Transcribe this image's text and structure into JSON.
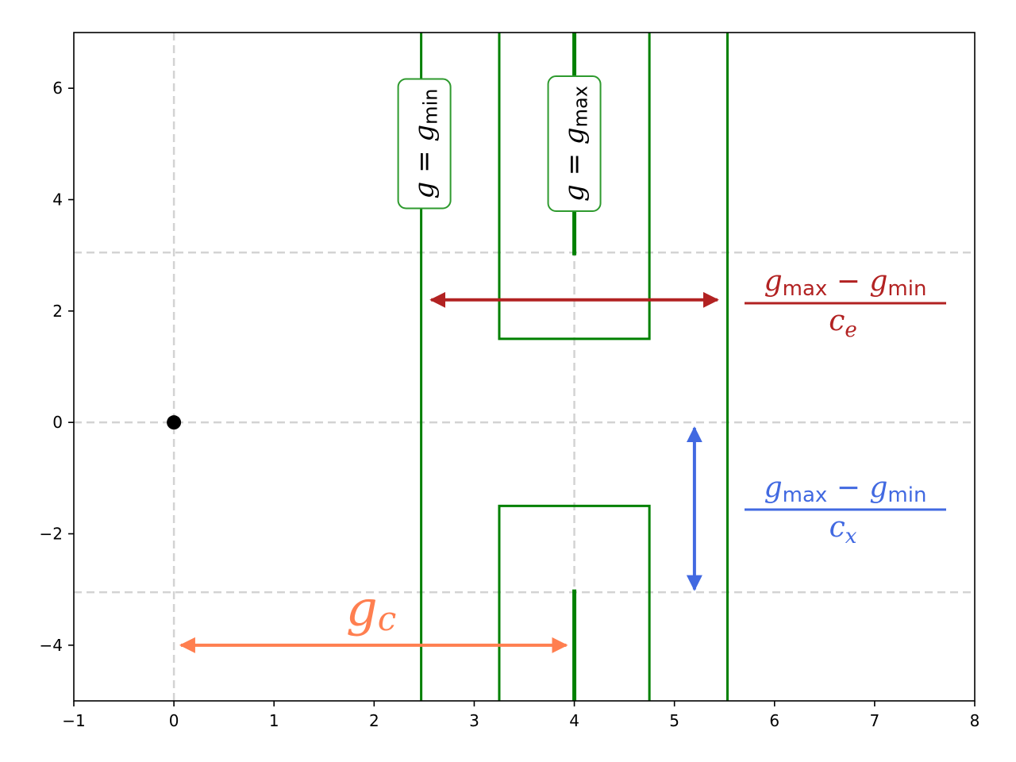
{
  "chart_data": {
    "type": "line",
    "title": "",
    "xlabel": "",
    "ylabel": "",
    "xlim": [
      -1,
      8
    ],
    "ylim": [
      -5,
      7
    ],
    "x_ticks": [
      "−1",
      "0",
      "1",
      "2",
      "3",
      "4",
      "5",
      "6",
      "7",
      "8"
    ],
    "y_ticks": [
      "−4",
      "−2",
      "0",
      "2",
      "4",
      "6"
    ],
    "grid": "dashed reference lines",
    "reference_lines": {
      "vertical_x": [
        0,
        4
      ],
      "horizontal_y": [
        3.05,
        0,
        -3.05
      ]
    },
    "point": {
      "x": 0,
      "y": 0
    },
    "g_min_line_x": 2.47,
    "g_max_line_x": 5.53,
    "upper_bracket": {
      "x": [
        3.25,
        4.75
      ],
      "y_bottom": 1.5
    },
    "lower_bracket": {
      "x": [
        3.25,
        4.75
      ],
      "y_top": -1.5
    },
    "center_segments": [
      {
        "x": 4,
        "y": [
          3.0,
          7
        ]
      },
      {
        "x": 4,
        "y": [
          -5,
          -3.0
        ]
      }
    ],
    "arrows": [
      {
        "name": "ce",
        "x": [
          2.57,
          5.43
        ],
        "y": [
          2.2,
          2.2
        ]
      },
      {
        "name": "cx",
        "x": [
          5.2,
          5.2
        ],
        "y": [
          -0.1,
          -3.0
        ]
      },
      {
        "name": "gc",
        "x": [
          0.07,
          3.92
        ],
        "y": [
          -4.0,
          -4.0
        ]
      }
    ]
  },
  "labels": {
    "gmin_box": {
      "g": "g",
      "eq": " = ",
      "sub": "min"
    },
    "gmax_box": {
      "g": "g",
      "eq": " = ",
      "sub": "max"
    },
    "ce_fraction": {
      "num_g1": "g",
      "num_sub1": "max",
      "minus": " − ",
      "num_g2": "g",
      "num_sub2": "min",
      "den": "c",
      "den_sub": "e"
    },
    "cx_fraction": {
      "num_g1": "g",
      "num_sub1": "max",
      "minus": " − ",
      "num_g2": "g",
      "num_sub2": "min",
      "den": "c",
      "den_sub": "x"
    },
    "gc_label": {
      "g": "g",
      "sub": "c"
    }
  },
  "colors": {
    "green": "#008000",
    "box_edge": "#2e9a2e",
    "ce_arrow": "#b22222",
    "cx_arrow": "#4169e1",
    "gc_arrow": "#ff7f50",
    "grid": "#d3d3d3"
  }
}
